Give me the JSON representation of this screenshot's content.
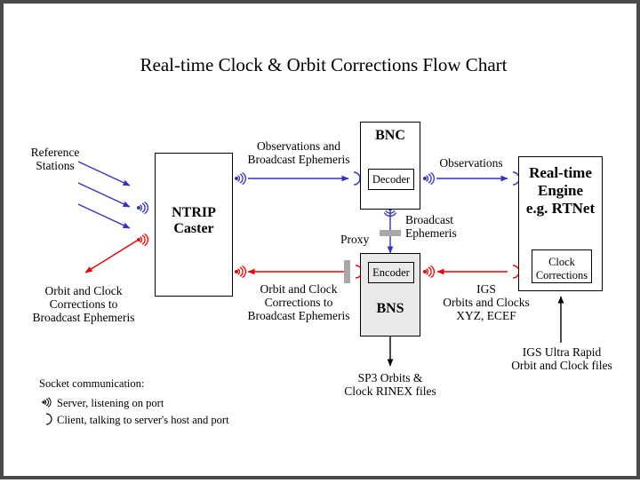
{
  "page": {
    "title": "Real-time Clock & Orbit Corrections Flow Chart",
    "frame_color": "#4a4a4a",
    "background": "#ffffff"
  },
  "colors": {
    "blue_flow": "#3333bb",
    "red_flow": "#ee0000",
    "black_flow": "#000000",
    "proxy_bar": "#a8a8a8",
    "box_gray_fill": "#e9e9e9"
  },
  "nodes": {
    "reference_stations": {
      "label": "Reference\nStations"
    },
    "ntrip_caster": {
      "label": "NTRIP\nCaster"
    },
    "bnc": {
      "label": "BNC",
      "sub_label": "Decoder"
    },
    "bns": {
      "label": "BNS",
      "sub_label": "Encoder"
    },
    "realtime_engine": {
      "label": "Real-time\nEngine\ne.g. RTNet",
      "sub_label": "Clock\nCorrections"
    }
  },
  "flow_labels": {
    "obs_and_bce": "Observations and\nBroadcast Ephemeris",
    "observations": "Observations",
    "broadcast_ephemeris": "Broadcast\nEphemeris",
    "proxy": "Proxy",
    "corrections_to_bce_left": "Orbit and Clock\nCorrections to\nBroadcast Ephemeris",
    "corrections_to_bce_mid": "Orbit and Clock\nCorrections to\nBroadcast Ephemeris",
    "igs_orbits_clocks": "IGS\nOrbits and Clocks\nXYZ, ECEF",
    "sp3_outputs": "SP3 Orbits &\nClock RINEX files",
    "igs_ultra_rapid": "IGS Ultra Rapid\nOrbit and Clock files"
  },
  "legend": {
    "heading": "Socket communication:",
    "items": [
      {
        "icon": "server-socket-icon",
        "text": "Server, listening on port"
      },
      {
        "icon": "client-socket-icon",
        "text": "Client, talking to server's host and port"
      }
    ]
  }
}
